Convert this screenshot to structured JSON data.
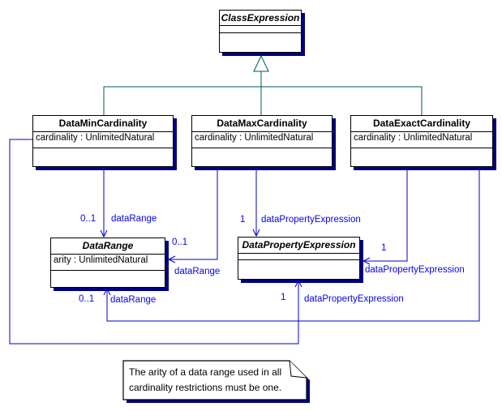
{
  "diagram": {
    "kind": "uml-class-diagram",
    "classes": [
      {
        "name": "ClassExpression",
        "abstract": true,
        "attributes": []
      },
      {
        "name": "DataMinCardinality",
        "abstract": false,
        "attributes": [
          "cardinality : UnlimitedNatural"
        ]
      },
      {
        "name": "DataMaxCardinality",
        "abstract": false,
        "attributes": [
          "cardinality : UnlimitedNatural"
        ]
      },
      {
        "name": "DataExactCardinality",
        "abstract": false,
        "attributes": [
          "cardinality : UnlimitedNatural"
        ]
      },
      {
        "name": "DataRange",
        "abstract": true,
        "attributes": [
          "arity : UnlimitedNatural"
        ]
      },
      {
        "name": "DataPropertyExpression",
        "abstract": true,
        "attributes": []
      }
    ],
    "generalizations": {
      "parent": "ClassExpression",
      "children": [
        "DataMinCardinality",
        "DataMaxCardinality",
        "DataExactCardinality"
      ]
    },
    "associations": [
      {
        "from": "DataMinCardinality",
        "to": "DataRange",
        "multiplicity": "0..1",
        "role": "dataRange"
      },
      {
        "from": "DataMaxCardinality",
        "to": "DataRange",
        "multiplicity": "0..1",
        "role": "dataRange"
      },
      {
        "from": "DataMaxCardinality",
        "to": "DataPropertyExpression",
        "multiplicity": "1",
        "role": "dataPropertyExpression"
      },
      {
        "from": "DataExactCardinality",
        "to": "DataPropertyExpression",
        "multiplicity": "1",
        "role": "dataPropertyExpression"
      },
      {
        "from": "DataExactCardinality",
        "to": "DataRange",
        "multiplicity": "0..1",
        "role": "dataRange"
      },
      {
        "from": "DataMinCardinality",
        "to": "DataPropertyExpression",
        "multiplicity": "1",
        "role": "dataPropertyExpression"
      }
    ],
    "note": {
      "lines": [
        "The arity of a data range used in all",
        "cardinality restrictions must be one."
      ]
    },
    "colors": {
      "association_line": "#0000c8",
      "association_label": "#0404f0",
      "generalization_line": "#005858",
      "box_border": "#000000",
      "box_shadow": "#000080",
      "background": "#ffffff"
    }
  }
}
